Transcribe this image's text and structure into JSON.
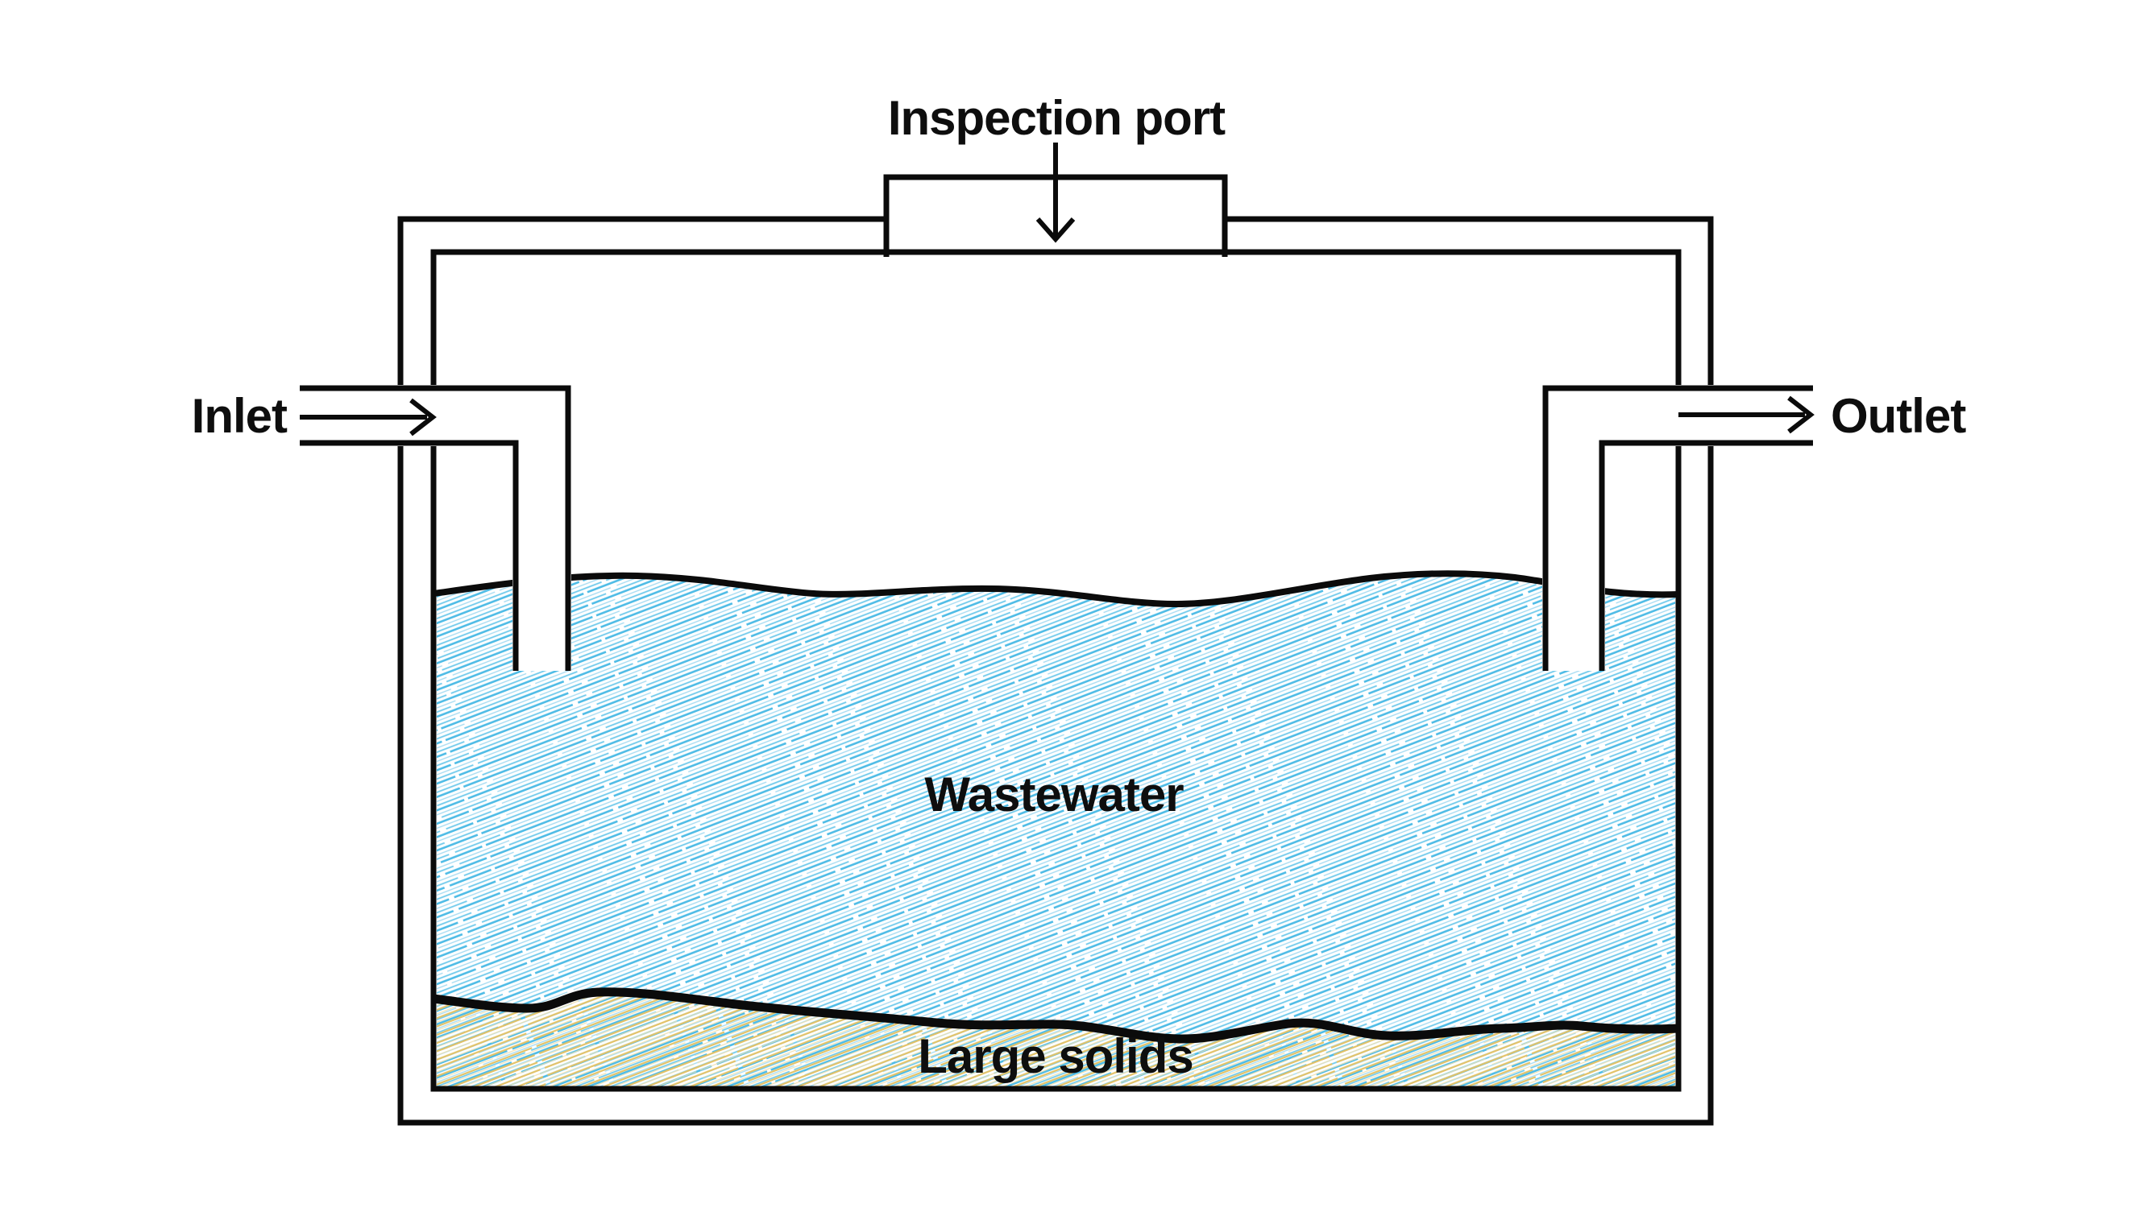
{
  "diagram": {
    "title_hint": "Septic tank cross-section",
    "labels": {
      "inspection_port": "Inspection port",
      "inlet": "Inlet",
      "outlet": "Outlet",
      "wastewater": "Wastewater",
      "large_solids": "Large solids"
    },
    "icons": {
      "inlet_arrow": "arrow-right",
      "outlet_arrow": "arrow-right",
      "inspection_arrow": "arrow-down"
    },
    "colors": {
      "line": "#0b0b0b",
      "background": "#ffffff",
      "water_hatch": "#4FBCE6",
      "water_hatch_mid": "#73CBEC",
      "water_hatch_light": "#A6DCF2",
      "solids_hatch": "#E3C267",
      "solids_hatch_light": "#F0DFAC"
    }
  }
}
